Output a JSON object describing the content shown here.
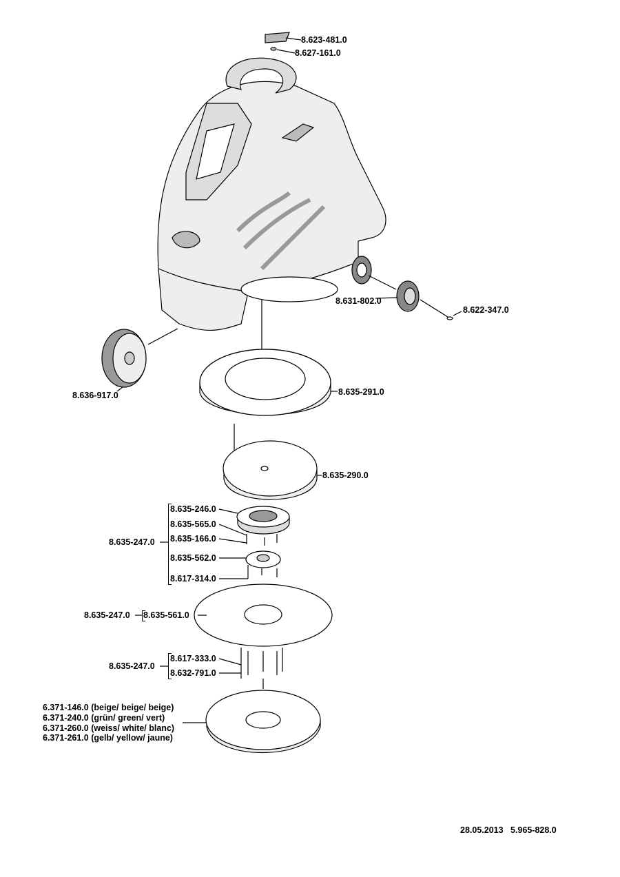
{
  "parts": {
    "cover_cap": "8.623-481.0",
    "cap_insert": "8.627-161.0",
    "rear_wheel": "8.631-802.0",
    "wheel_clip": "8.622-347.0",
    "front_wheel": "8.636-917.0",
    "brush_housing": "8.635-291.0",
    "brush_plate": "8.635-290.0"
  },
  "drive_assembly": {
    "group": "8.635-247.0",
    "items": [
      "8.635-246.0",
      "8.635-565.0",
      "8.635-166.0",
      "8.635-562.0",
      "8.617-314.0"
    ]
  },
  "pad_holder": {
    "group": "8.635-247.0",
    "item": "8.635-561.0"
  },
  "fasteners": {
    "group": "8.635-247.0",
    "items": [
      "8.617-333.0",
      "8.632-791.0"
    ]
  },
  "pads": [
    "6.371-146.0 (beige/ beige/ beige)",
    "6.371-240.0 (grün/ green/ vert)",
    "6.371-260.0 (weiss/ white/ blanc)",
    "6.371-261.0 (gelb/ yellow/ jaune)"
  ],
  "footer": {
    "date": "28.05.2013",
    "doc_number": "5.965-828.0"
  }
}
